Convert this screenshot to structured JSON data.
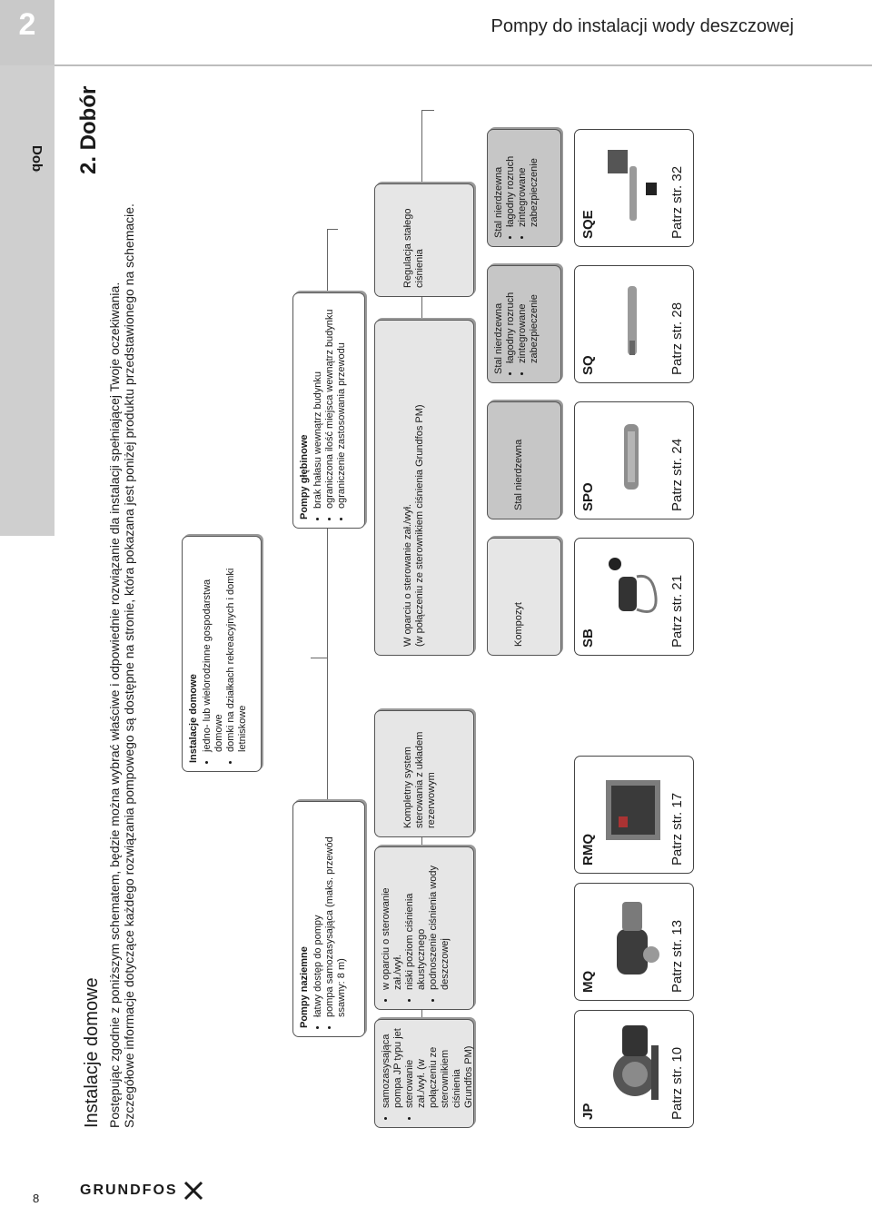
{
  "header": {
    "chapter_number": "2",
    "title": "Pompy do instalacji wody deszczowej",
    "side_tab": "Dobór"
  },
  "section_title": "2. Dobór",
  "page": {
    "heading": "Instalacje domowe",
    "intro_line1": "Postępując zgodnie z poniższym schematem, będzie można wybrać właściwe i odpowiednie rozwiązanie dla instalacji spełniającej Twoje oczekiwania.",
    "intro_line2": "Szczegółowe informacje dotyczące każdego rozwiązania pompowego są dostępne na stronie, która pokazana jest poniżej produktu przedstawionego na schemacie."
  },
  "tree": {
    "root": {
      "title": "Instalacje domowe",
      "items": [
        "jedno- lub wielorodzinne gospodarstwa domowe",
        "domki na działkach rekreacyjnych i domki letniskowe"
      ]
    },
    "surface": {
      "title": "Pompy naziemne",
      "items": [
        "łatwy dostęp do pompy",
        "pompa samozasysająca (maks. przewód ssawny: 8 m)"
      ]
    },
    "deep": {
      "title": "Pompy głębinowe",
      "items": [
        "brak hałasu wewnątrz budynku",
        "ograniczona ilość miejsca wewnątrz budynku",
        "ograniczenie zastosowania przewodu"
      ]
    },
    "jp_box": {
      "items": [
        "samozasysająca pompa JP typu jet",
        "sterowanie zał./wył. (w połączeniu ze sterownikiem ciśnienia Grundfos PM)"
      ]
    },
    "mq_box": {
      "items": [
        "w oparciu o sterowanie zał./wył.",
        "niski poziom ciśnienia akustycznego",
        "podnoszenie ciśnienia wody deszczowej"
      ]
    },
    "rmq_box": {
      "text": "Kompletny system sterowania z układem rezerwowym"
    },
    "onoff_box": {
      "line1": "W oparciu o sterowanie zał./wył.",
      "line2": "(w połączeniu ze sterownikiem ciśnienia Grundfos PM)"
    },
    "const_box": {
      "text": "Regulacja stałego ciśnienia"
    },
    "material_sb": {
      "text": "Kompozyt"
    },
    "material_spo": {
      "text": "Stal nierdzewna"
    },
    "material_sq": {
      "title": "Stal nierdzewna",
      "items": [
        "łagodny rozruch",
        "zintegrowane zabezpieczenie"
      ]
    },
    "material_sqe": {
      "title": "Stal nierdzewna",
      "items": [
        "łagodny rozruch",
        "zintegrowane zabezpieczenie"
      ]
    }
  },
  "products": [
    {
      "name": "JP",
      "ref": "Patrz str. 10"
    },
    {
      "name": "MQ",
      "ref": "Patrz str. 13"
    },
    {
      "name": "RMQ",
      "ref": "Patrz str. 17"
    },
    {
      "name": "SB",
      "ref": "Patrz str. 21"
    },
    {
      "name": "SPO",
      "ref": "Patrz str. 24"
    },
    {
      "name": "SQ",
      "ref": "Patrz str. 28"
    },
    {
      "name": "SQE",
      "ref": "Patrz str. 32"
    }
  ],
  "footer": {
    "page_number": "8",
    "logo_text": "GRUNDFOS"
  }
}
